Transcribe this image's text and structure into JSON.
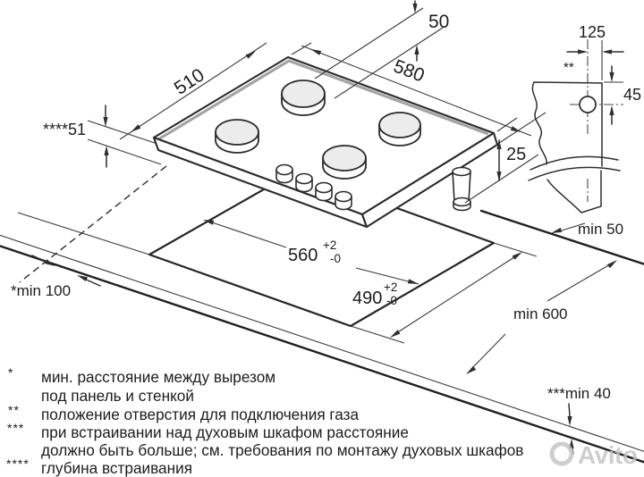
{
  "diagram": {
    "title": "gas-hob-installation-dimensions",
    "dims": {
      "burner_back_offset": "50",
      "hob_width": "580",
      "hob_depth": "510",
      "embed_depth": "****51",
      "pipe_drop": "25",
      "gas_hole_side_offset": "125",
      "gas_hole_top_offset": "45",
      "gas_hole_marker": "**",
      "cutout_width": "560",
      "cutout_depth": "490",
      "tol_plus": "+2",
      "tol_minus": "-0",
      "min_wall_gap": "min 50",
      "min_counter_depth": "min 600",
      "min_side_gap": "*min 100",
      "min_oven_gap": "***min 40"
    },
    "footnotes": [
      {
        "marker": "*",
        "text": "мин. расстояние между вырезом"
      },
      {
        "marker": "",
        "text": "под панель и стенкой"
      },
      {
        "marker": "**",
        "text": "положение отверстия для подключения газа"
      },
      {
        "marker": "***",
        "text": "при встраивании над духовым шкафом расстояние"
      },
      {
        "marker": "",
        "text": "должно быть больше; см. требования по монтажу духовых шкафов"
      },
      {
        "marker": "****",
        "text": "глубина встраивания"
      }
    ],
    "watermark": {
      "text": "Avito"
    },
    "colors": {
      "line": "#2e2e2e",
      "accent_gray": "#9a9a9a",
      "burner_fill": "#ececec",
      "watermark": "#c2c2c2"
    }
  }
}
